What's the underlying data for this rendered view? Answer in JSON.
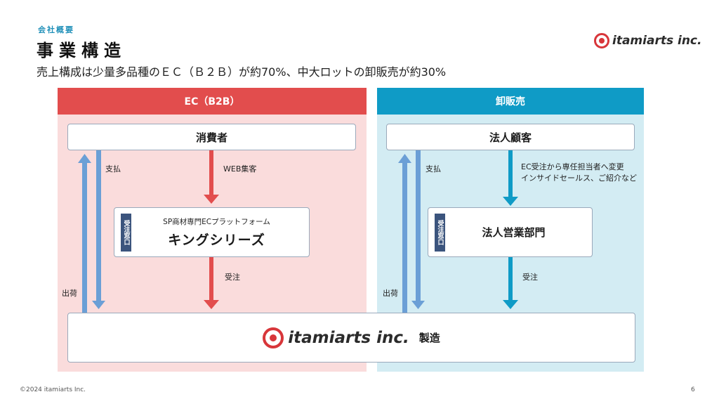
{
  "header": {
    "eyebrow": "会社概要",
    "title": "事業構造",
    "subtitle": "売上構成は少量多品種のＥＣ（Ｂ２Ｂ）が約70%、中大ロットの卸販売が約30%"
  },
  "brand": {
    "logo_text": "itamiarts inc.",
    "accent_color": "#d8363a"
  },
  "ec_panel": {
    "header": "EC（B2B）",
    "header_color": "#e24d4d",
    "bg_color": "#fadcdc",
    "consumer": "消費者",
    "payment_label": "支払",
    "web_label": "WEB集客",
    "window_tag": "受注窓口",
    "platform_sub": "SP商材専門ECプラットフォーム",
    "platform_name": "キングシリーズ",
    "order_label": "受注",
    "shipping_label": "出荷"
  },
  "wholesale_panel": {
    "header": "卸販売",
    "header_color": "#0f9bc6",
    "bg_color": "#d3ecf3",
    "client": "法人顧客",
    "payment_label": "支払",
    "change_label_1": "EC受注から専任担当者へ変更",
    "change_label_2": "インサイドセールス、ご紹介など",
    "window_tag": "受注窓口",
    "sales_dept": "法人営業部門",
    "order_label": "受注",
    "shipping_label": "出荷"
  },
  "manufacturing": {
    "label": "製造"
  },
  "footer": {
    "copyright": "©2024 itamiarts Inc.",
    "page_number": "6"
  }
}
